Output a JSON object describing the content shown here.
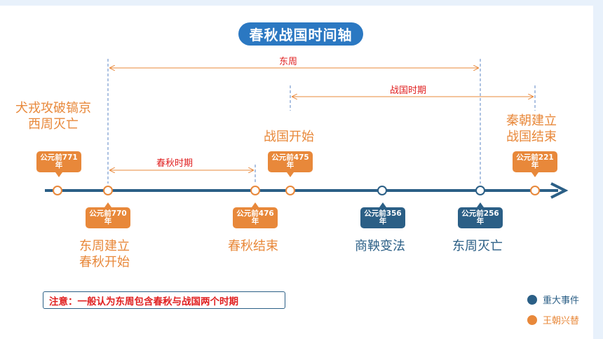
{
  "title": "春秋战国时间轴",
  "colors": {
    "dynasty": "#e8883a",
    "event": "#2b5f86",
    "period_label": "#e02020",
    "title_bg": "#2b78c2"
  },
  "periods": {
    "dongzhou": "东周",
    "zhanguo": "战国时期",
    "chunqiu": "春秋时期"
  },
  "callouts": {
    "c771": {
      "line1": "公元前771",
      "line2": "年"
    },
    "c770": {
      "line1": "公元前770",
      "line2": "年"
    },
    "c476": {
      "line1": "公元前476",
      "line2": "年"
    },
    "c475": {
      "line1": "公元前475",
      "line2": "年"
    },
    "c356": {
      "line1": "公元前356",
      "line2": "年"
    },
    "c256": {
      "line1": "公元前256",
      "line2": "年"
    },
    "c221": {
      "line1": "公元前221",
      "line2": "年"
    }
  },
  "events": {
    "e771": {
      "line1": "犬戎攻破镐京",
      "line2": "西周灭亡"
    },
    "e770": {
      "line1": "东周建立",
      "line2": "春秋开始"
    },
    "e476": "春秋结束",
    "e475": "战国开始",
    "e356": "商鞅变法",
    "e256": "东周灭亡",
    "e221": {
      "line1": "秦朝建立",
      "line2": "战国结束"
    }
  },
  "note": "注意：一般认为东周包含春秋与战国两个时期",
  "legend": [
    {
      "label": "重大事件",
      "color": "#2b5f86"
    },
    {
      "label": "王朝兴替",
      "color": "#e8883a"
    }
  ]
}
